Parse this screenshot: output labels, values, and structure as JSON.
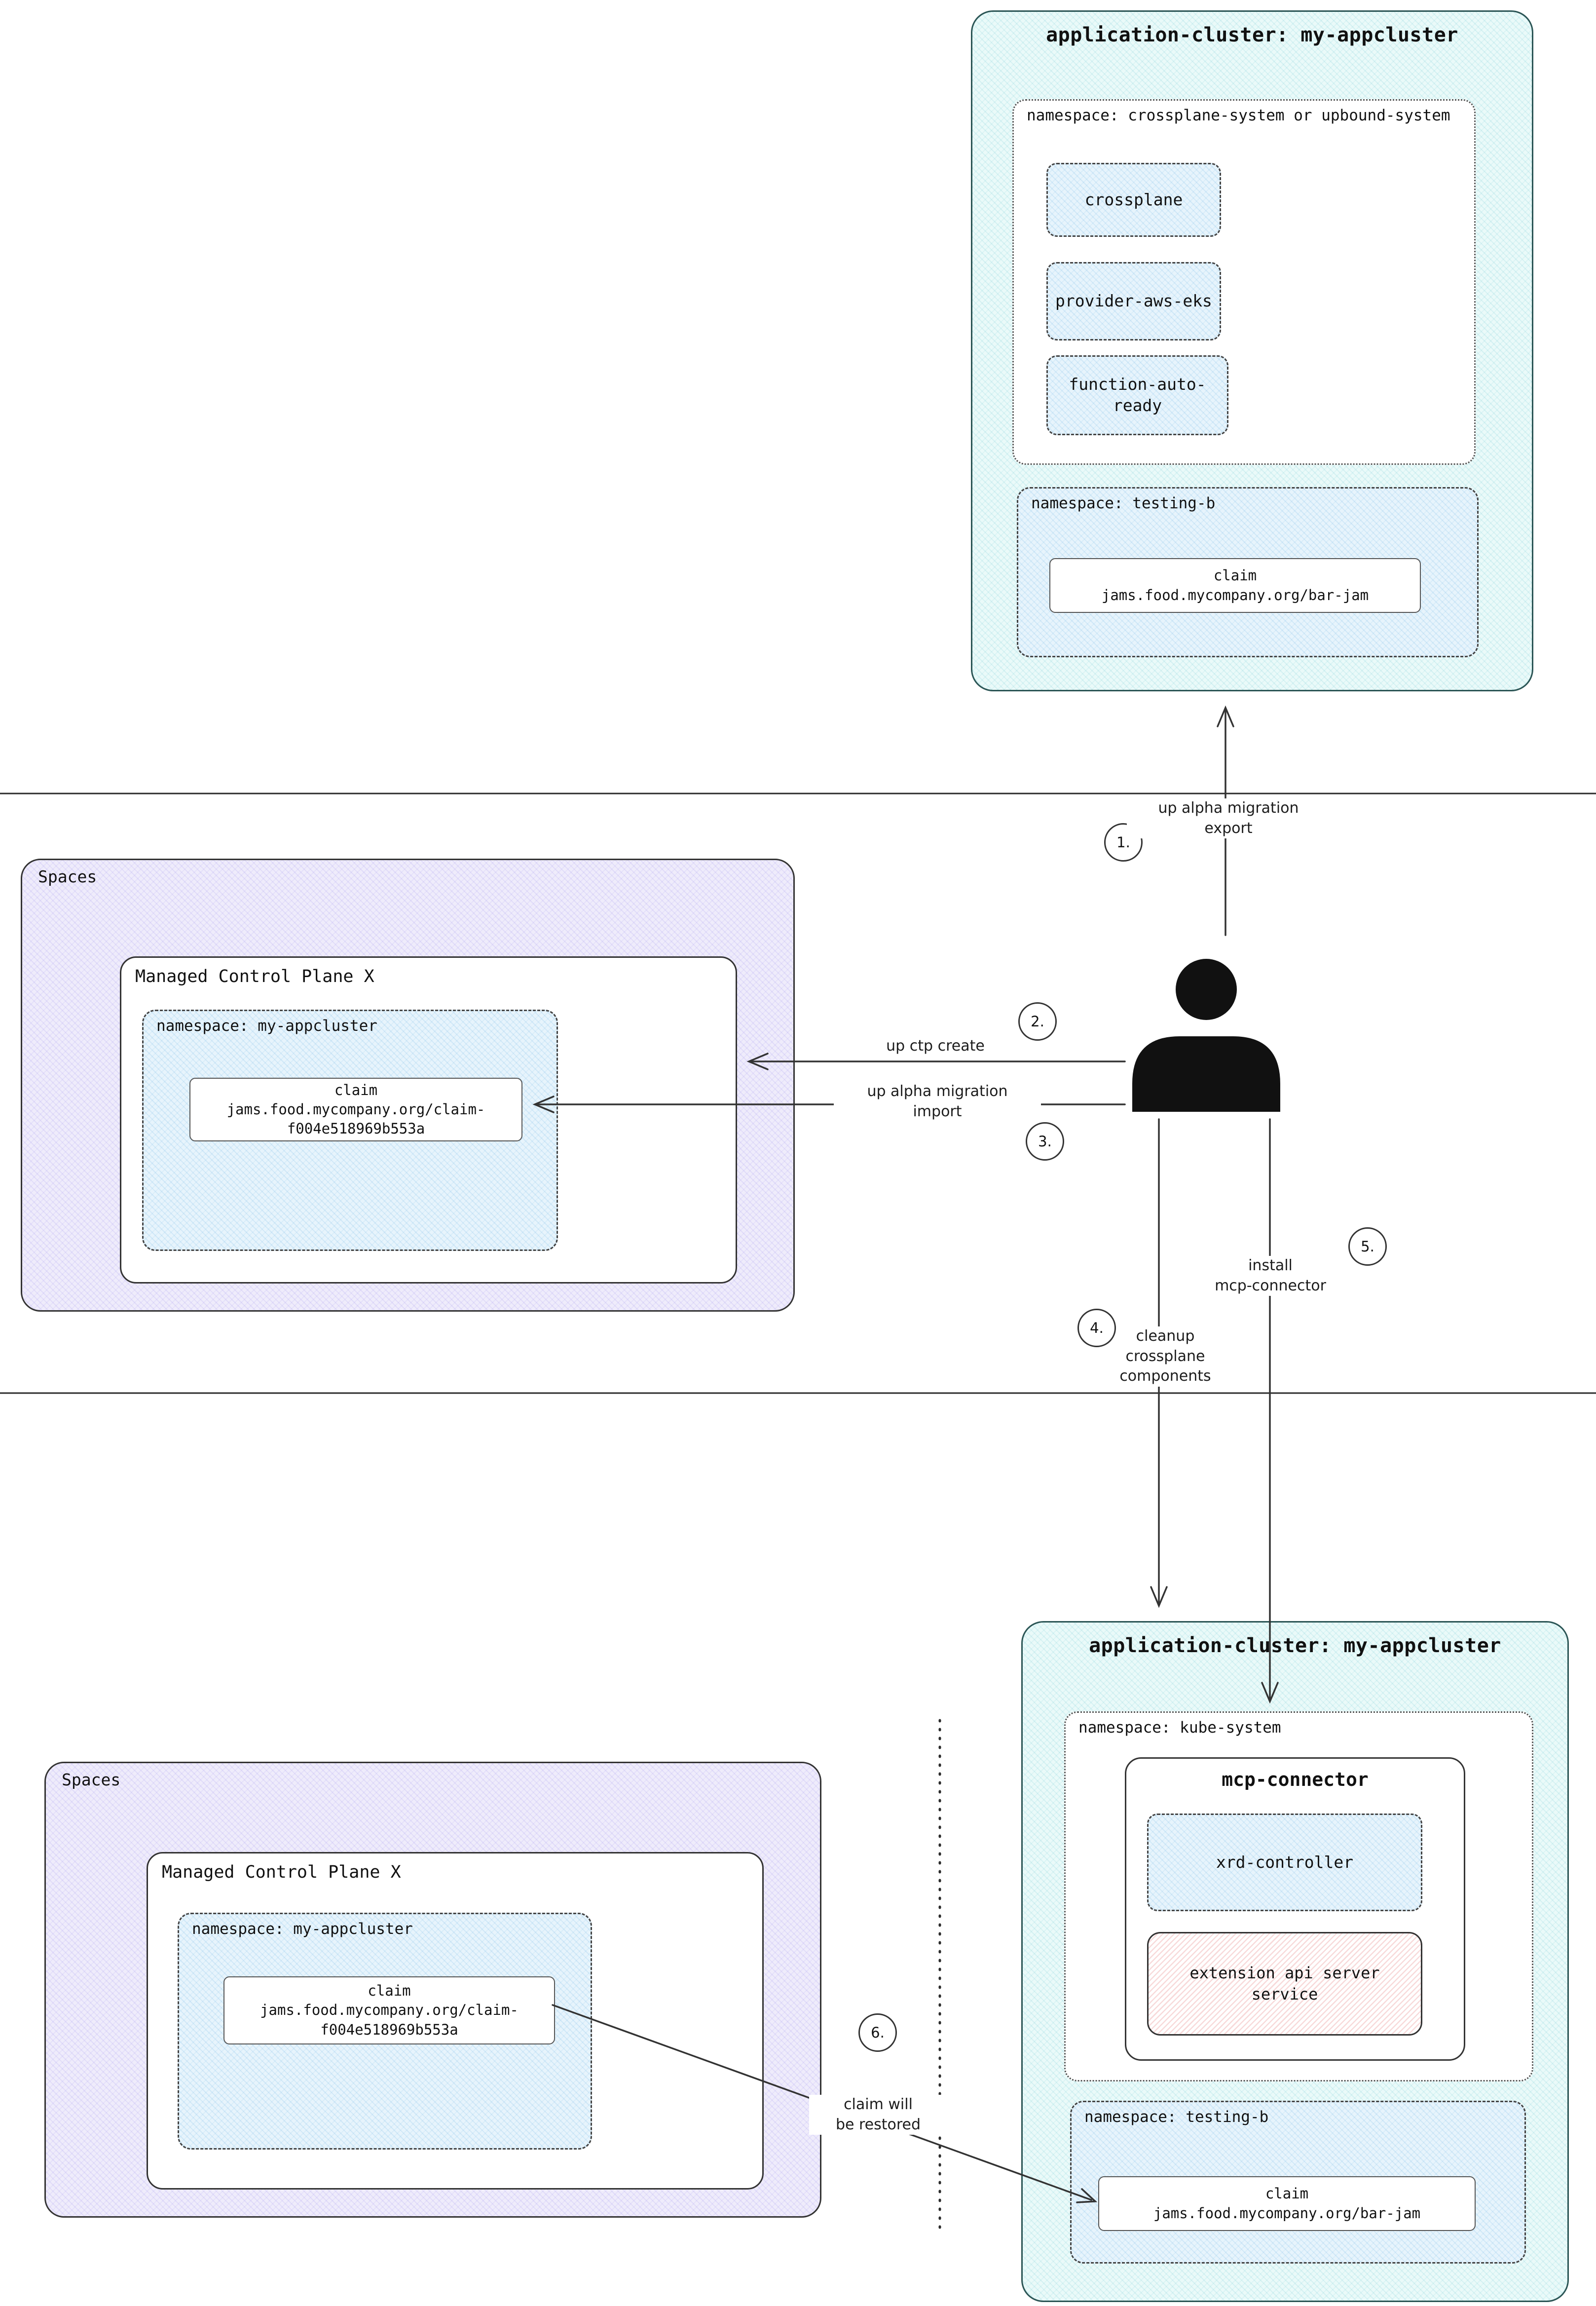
{
  "top_cluster": {
    "title": "application-cluster: my-appcluster",
    "ns_crossplane": {
      "label": "namespace: crossplane-system or upbound-system",
      "crossplane": "crossplane",
      "provider": "provider-aws-eks",
      "function": "function-auto-\nready"
    },
    "ns_testing": {
      "label": "namespace: testing-b",
      "claim": "claim\njams.food.mycompany.org/bar-jam"
    }
  },
  "spaces_mid": {
    "label": "Spaces",
    "mcp": {
      "label": "Managed Control Plane X",
      "ns": {
        "label": "namespace: my-appcluster",
        "claim": "claim\njams.food.mycompany.org/claim-\nf004e518969b553a"
      }
    }
  },
  "bottom_cluster": {
    "title": "application-cluster: my-appcluster",
    "ns_kube": {
      "label": "namespace: kube-system",
      "mcp_connector": {
        "title": "mcp-connector",
        "xrd": "xrd-controller",
        "ext_api": "extension api server\nservice"
      }
    },
    "ns_testing": {
      "label": "namespace: testing-b",
      "claim": "claim\njams.food.mycompany.org/bar-jam"
    }
  },
  "spaces_bottom": {
    "label": "Spaces",
    "mcp": {
      "label": "Managed Control Plane X",
      "ns": {
        "label": "namespace: my-appcluster",
        "claim": "claim\njams.food.mycompany.org/claim-\nf004e518969b553a"
      }
    }
  },
  "steps": {
    "s1": {
      "num": "1.",
      "label": "up alpha migration\nexport"
    },
    "s2": {
      "num": "2.",
      "label": "up ctp create"
    },
    "s3": {
      "num": "3.",
      "label": "up alpha migration\nimport"
    },
    "s4": {
      "num": "4.",
      "label": "cleanup\ncrossplane\ncomponents"
    },
    "s5": {
      "num": "5.",
      "label": "install\nmcp-connector"
    },
    "s6": {
      "num": "6.",
      "label": "claim will\nbe restored"
    }
  },
  "colors": {
    "cluster_bg": "#eafaf9",
    "cluster_border": "#2b5555",
    "spaces_bg": "#efecfb",
    "namespace_bg": "#e7f4fc",
    "ext_api_hatch": "#e16a6a",
    "line": "#333333"
  }
}
